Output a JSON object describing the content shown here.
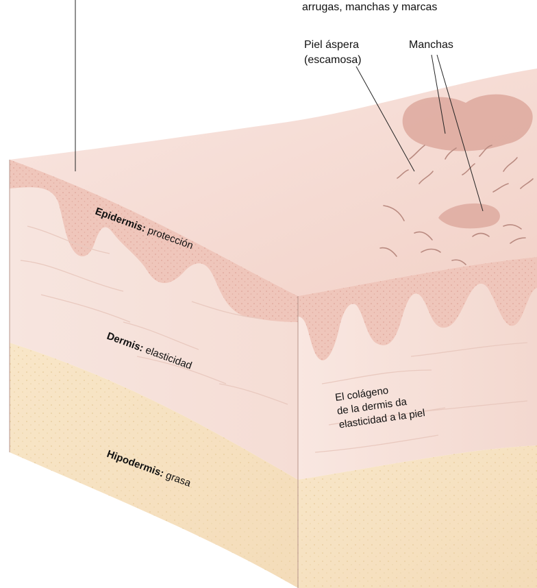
{
  "labels": {
    "top_caption": "arrugas, manchas y marcas",
    "rough_skin_1": "Piel áspera",
    "rough_skin_2": "(escamosa)",
    "spots": "Manchas",
    "epidermis_term": "Epidermis:",
    "epidermis_role": " protección",
    "dermis_term": "Dermis:",
    "dermis_role": " elasticidad",
    "hypodermis_term": "Hipodermis:",
    "hypodermis_role": " grasa",
    "collagen_1": "El colágeno",
    "collagen_2": "de la dermis da",
    "collagen_3": "elasticidad a la piel"
  },
  "colors": {
    "surface": "#f5d9d2",
    "epidermis": "#efc6bb",
    "dermis": "#f7e2db",
    "hypodermis": "#f8e5c6",
    "spot": "#d9a195",
    "line": "#222222"
  }
}
